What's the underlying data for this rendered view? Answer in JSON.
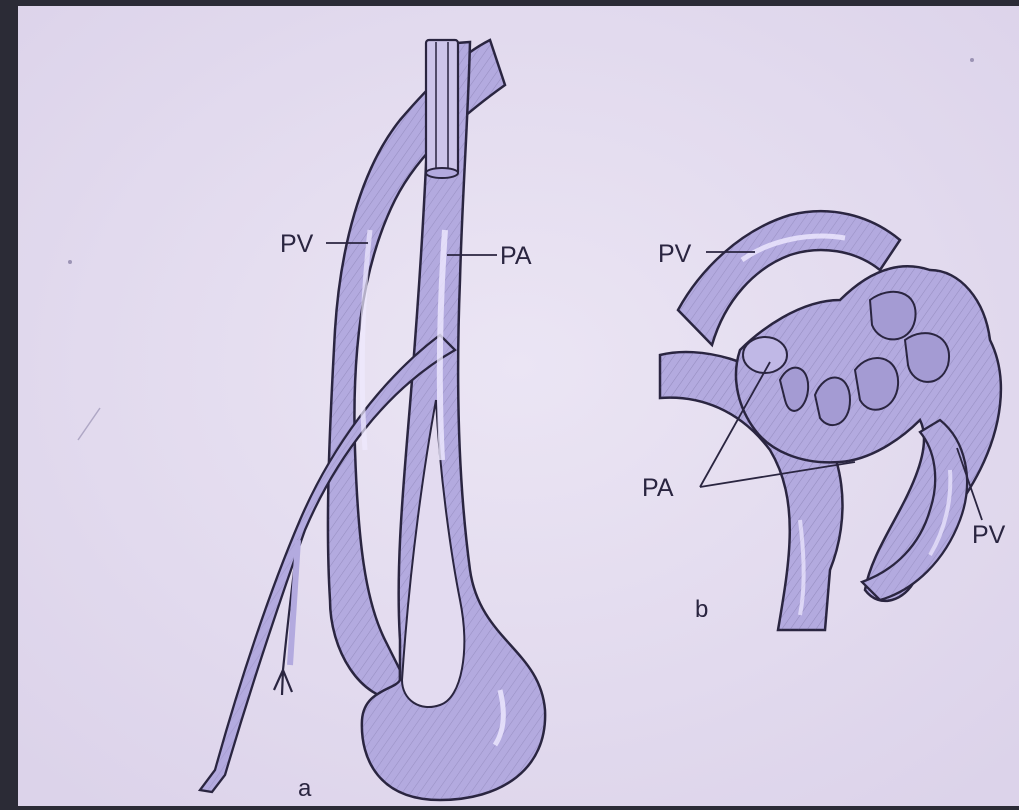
{
  "figure_a": {
    "caption": "a",
    "label_pv": "PV",
    "label_pa": "PA"
  },
  "figure_b": {
    "caption": "b",
    "label_pv_top": "PV",
    "label_pa": "PA",
    "label_pv_right": "PV"
  },
  "colors": {
    "slide_border": "#2b2b36",
    "paper": "#e7e0f1",
    "vessel_fill": "#b3aadf",
    "vessel_outline": "#2a2540",
    "highlight": "#efeaff"
  }
}
